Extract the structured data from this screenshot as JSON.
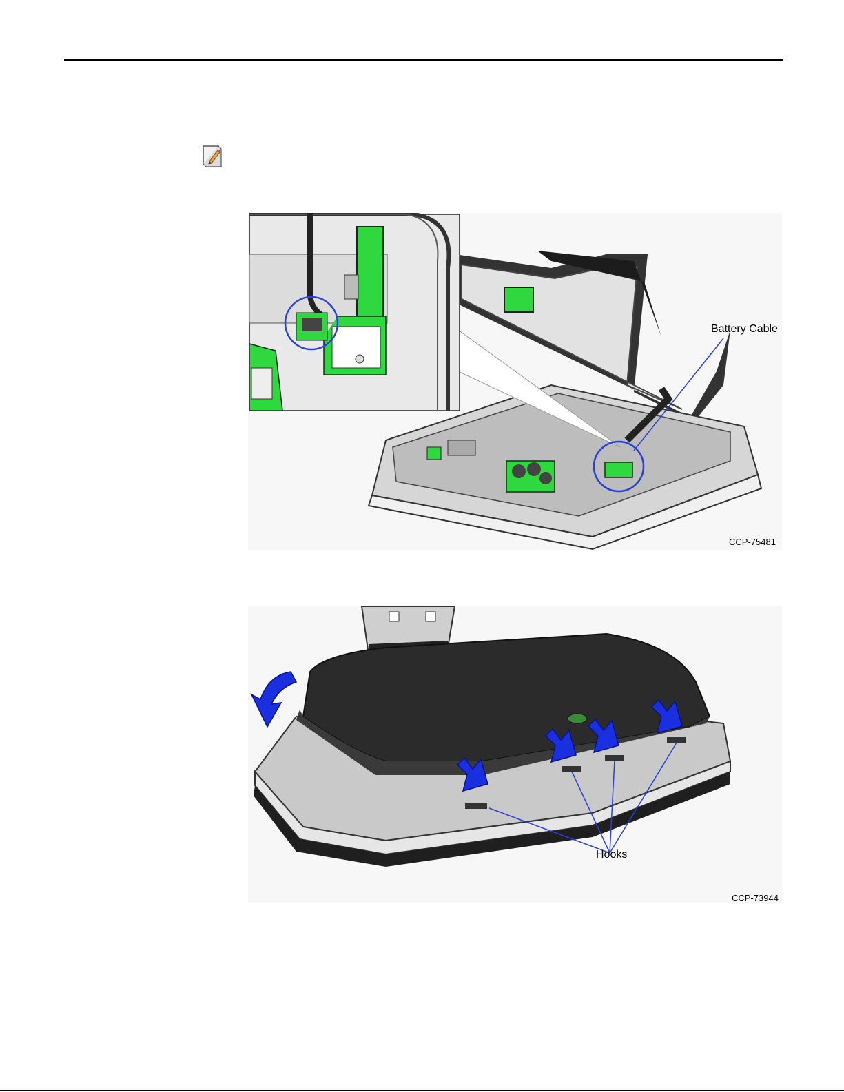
{
  "figures": [
    {
      "callout_label": "Battery Cable",
      "figure_id": "CCP-75481"
    },
    {
      "callout_label": "Hooks",
      "figure_id": "CCP-73944"
    }
  ],
  "icons": {
    "note": "note-pencil-icon",
    "rotate_arrow": "curved-arrow-icon",
    "press_arrow": "down-arrow-icon"
  },
  "colors": {
    "pcb_green": "#22cc33",
    "arrow_blue": "#1a2fe0",
    "callout_line": "#2a3fd8",
    "housing_dark": "#2a2a2a",
    "housing_gray": "#c8c8c8"
  }
}
